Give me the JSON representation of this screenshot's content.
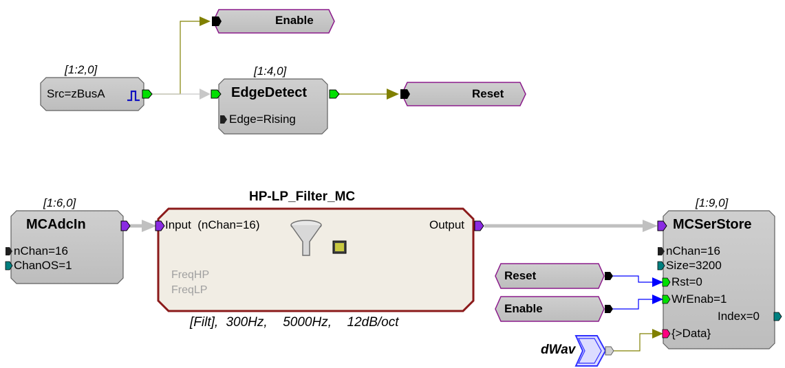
{
  "colors": {
    "block_fill": "#c0c0c0",
    "macro_fill": "#f1ede4",
    "macro_border": "#8b1a1a",
    "tag_border": "#8b1a8b",
    "wire_olive": "#808000",
    "wire_gray": "#c0c0c0",
    "wire_blue": "#0000ff",
    "dwav_border": "#3030ff",
    "port_green": "#00e000",
    "port_purple": "#8a2be2",
    "port_teal": "#008080",
    "port_magenta": "#ff0080",
    "port_black": "#000000"
  },
  "source_block": {
    "coord": "[1:2,0]",
    "param": "Src=zBusA",
    "icon": "pulse-icon"
  },
  "edge_block": {
    "coord": "[1:4,0]",
    "title": "EdgeDetect",
    "param": "Edge=Rising"
  },
  "enable_tag_top": {
    "label": "Enable"
  },
  "reset_tag_top": {
    "label": "Reset"
  },
  "adc_block": {
    "coord": "[1:6,0]",
    "title": "MCAdcIn",
    "params": [
      "nChan=16",
      "ChanOS=1"
    ]
  },
  "filter_macro": {
    "title": "HP-LP_Filter_MC",
    "input_label": "Input  (nChan=16)",
    "output_label": "Output",
    "params": [
      "FreqHP",
      "FreqLP"
    ],
    "icon": "funnel-filter-icon",
    "badge_icon": "ex-badge-icon",
    "info": "[Filt], 300Hz,  5000Hz,  12dB/oct"
  },
  "store_block": {
    "coord": "[1:9,0]",
    "title": "MCSerStore",
    "params": [
      "nChan=16",
      "Size=3200",
      "Rst=0",
      "WrEnab=1",
      "Index=0",
      "{>Data}"
    ]
  },
  "reset_tag_bottom": {
    "label": "Reset"
  },
  "enable_tag_bottom": {
    "label": "Enable"
  },
  "dwav_tag": {
    "label": "dWav"
  }
}
